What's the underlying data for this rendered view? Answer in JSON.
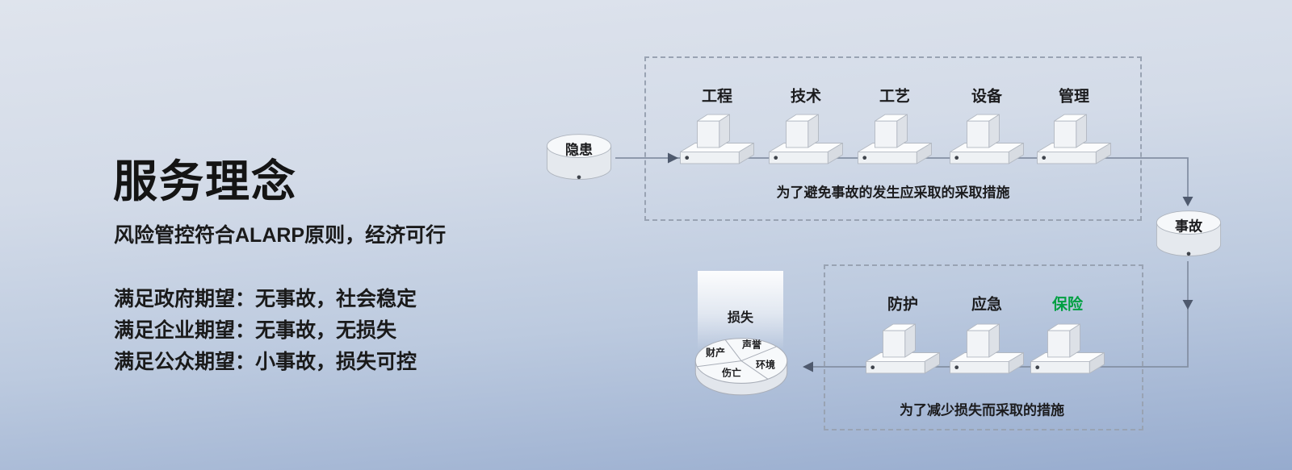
{
  "left_panel": {
    "title": "服务理念",
    "subtitle": "风险管控符合ALARP原则，经济可行",
    "expectations": [
      "满足政府期望：无事故，社会稳定",
      "满足企业期望：无事故，无损失",
      "满足公众期望：小事故，损失可控"
    ]
  },
  "diagram": {
    "hazard_label": "隐患",
    "accident_label": "事故",
    "prevention": {
      "barriers": [
        "工程",
        "技术",
        "工艺",
        "设备",
        "管理"
      ],
      "caption": "为了避免事故的发生应采取的采取措施"
    },
    "mitigation": {
      "barriers": [
        "防护",
        "应急",
        "保险"
      ],
      "caption": "为了减少损失而采取的措施"
    },
    "loss": {
      "label": "损失",
      "segments": [
        "财产",
        "声誉",
        "伤亡",
        "环境"
      ]
    },
    "colors": {
      "insurance_green": "#00A042",
      "text": "#1C1C1E",
      "background_top": "#DFE4ED",
      "background_bottom": "#96ABCE"
    }
  }
}
